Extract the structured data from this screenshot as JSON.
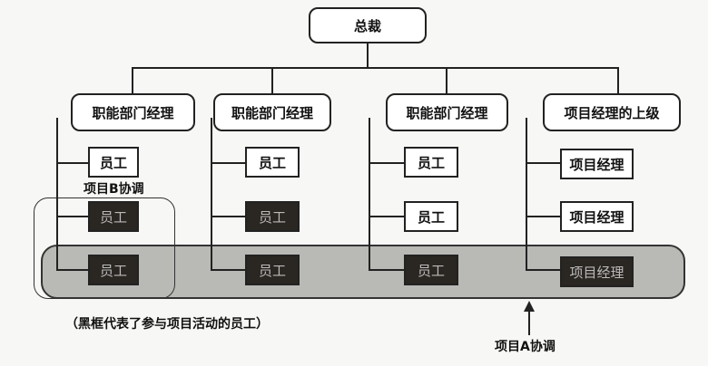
{
  "ceo": "总裁",
  "managers": [
    "职能部门经理",
    "职能部门经理",
    "职能部门经理",
    "项目经理的上级"
  ],
  "employee": "员工",
  "project_manager": "项目经理",
  "project_b_label": "项目B协调",
  "project_a_label": "项目A协调",
  "caption": "（黑框代表了参与项目活动的员工）"
}
